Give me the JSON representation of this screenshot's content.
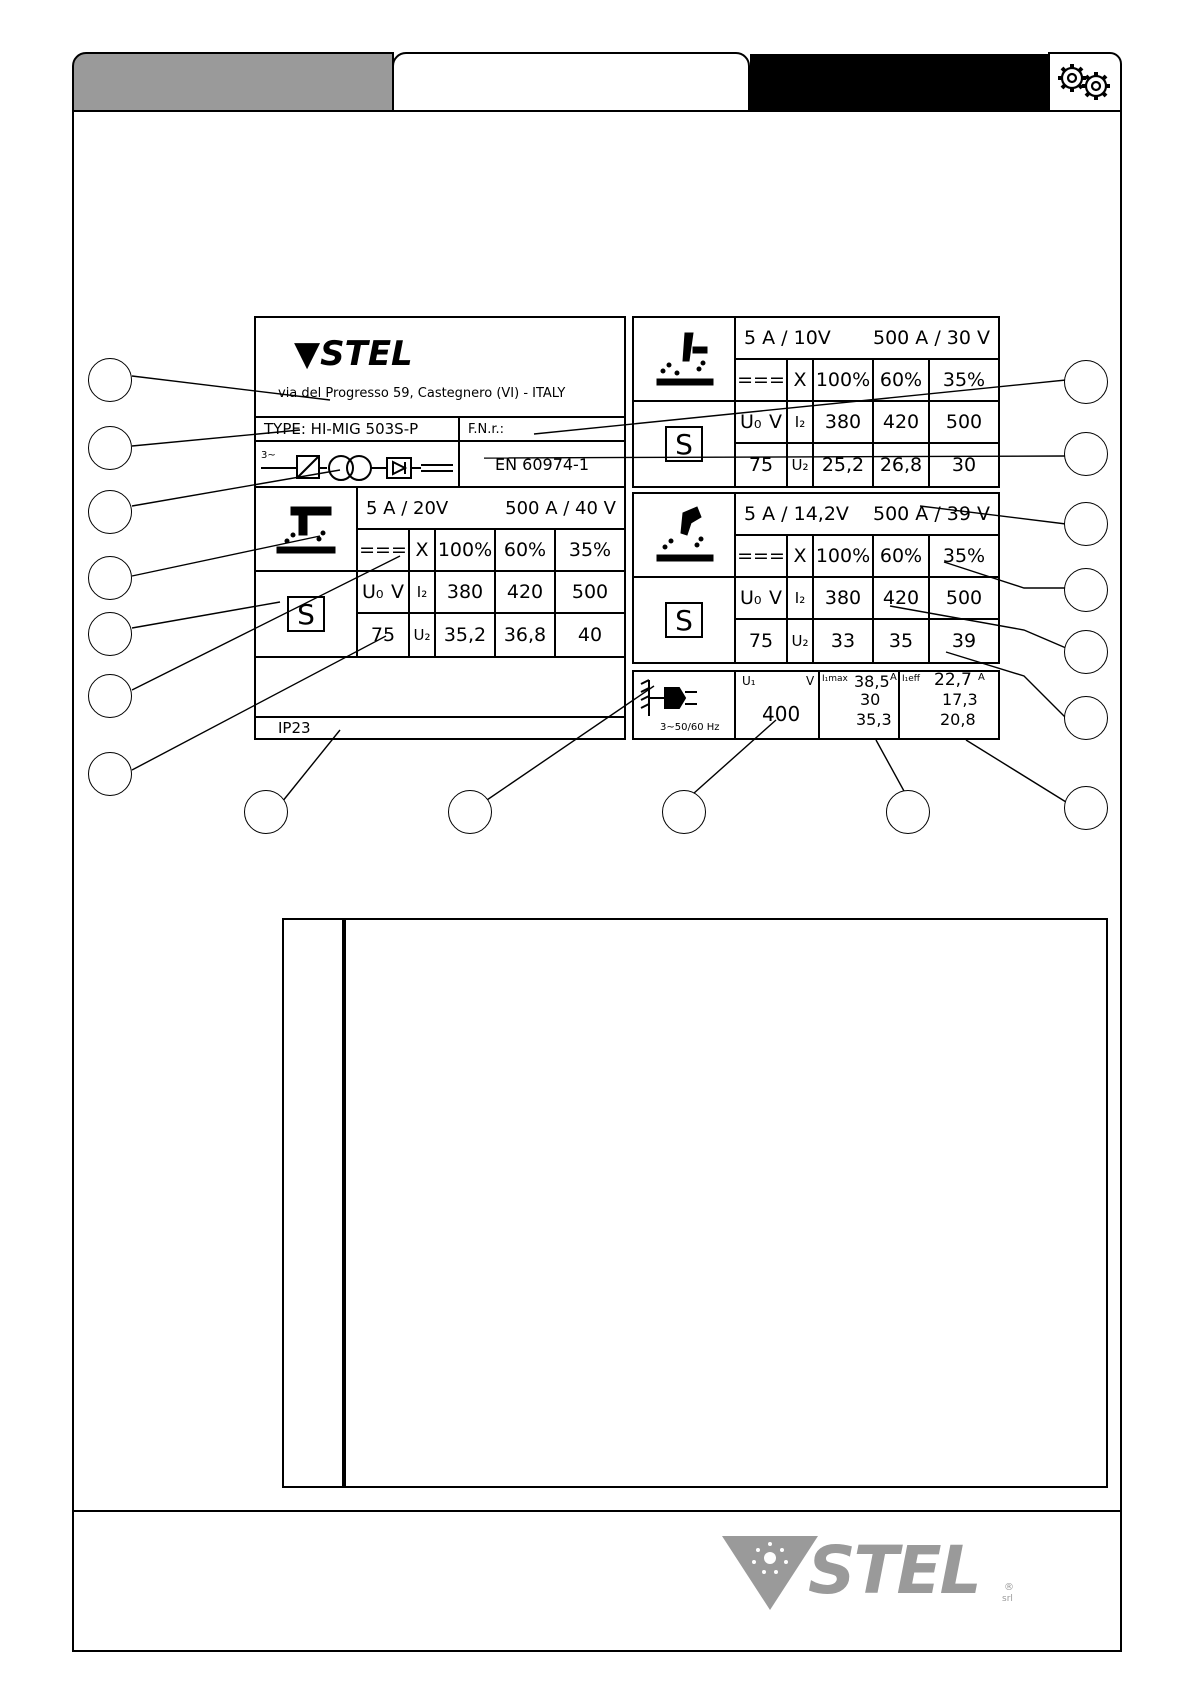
{
  "header": {
    "tab1_label": "",
    "tab2_label": "",
    "tab3_label": ""
  },
  "plate": {
    "brand": "STEL",
    "address": "via del Progresso 59, Castegnero (VI) - ITALY",
    "type": "TYPE: HI-MIG 503S-P",
    "fnr": "F.N.r.:",
    "standard": "EN 60974-1",
    "ip": "IP23",
    "mig": {
      "range": [
        "5 A / 10V",
        "500 A / 30 V"
      ],
      "dc": "===",
      "x": "X",
      "duty": [
        "100%",
        "60%",
        "35%"
      ],
      "u0": "U₀",
      "v": "V",
      "i2": "I₂",
      "currents": [
        "380",
        "420",
        "500"
      ],
      "u0_val": "75",
      "u2": "U₂",
      "voltages": [
        "25,2",
        "26,8",
        "30"
      ]
    },
    "mma": {
      "range": [
        "5 A / 20V",
        "500 A / 40 V"
      ],
      "dc": "===",
      "x": "X",
      "duty": [
        "100%",
        "60%",
        "35%"
      ],
      "u0": "U₀",
      "v": "V",
      "i2": "I₂",
      "currents": [
        "380",
        "420",
        "500"
      ],
      "u0_val": "75",
      "u2": "U₂",
      "voltages": [
        "35,2",
        "36,8",
        "40"
      ]
    },
    "tig": {
      "range": [
        "5 A / 14,2V",
        "500 A / 39 V"
      ],
      "dc": "===",
      "x": "X",
      "duty": [
        "100%",
        "60%",
        "35%"
      ],
      "u0": "U₀",
      "v": "V",
      "i2": "I₂",
      "currents": [
        "380",
        "420",
        "500"
      ],
      "u0_val": "75",
      "u2": "U₂",
      "voltages": [
        "33",
        "35",
        "39"
      ]
    },
    "supply": {
      "phase": "3~50/60 Hz",
      "u1_label": "U₁",
      "v": "V",
      "u1": "400",
      "i1max_label": "I₁max",
      "i1max": [
        "38,5",
        "30",
        "35,3"
      ],
      "a": "A",
      "i1eff_label": "I₁eff",
      "i1eff": [
        "22,7",
        "17,3",
        "20,8"
      ]
    }
  },
  "footer": {
    "logo": "STEL",
    "srl": "srl",
    "reg": "®"
  }
}
